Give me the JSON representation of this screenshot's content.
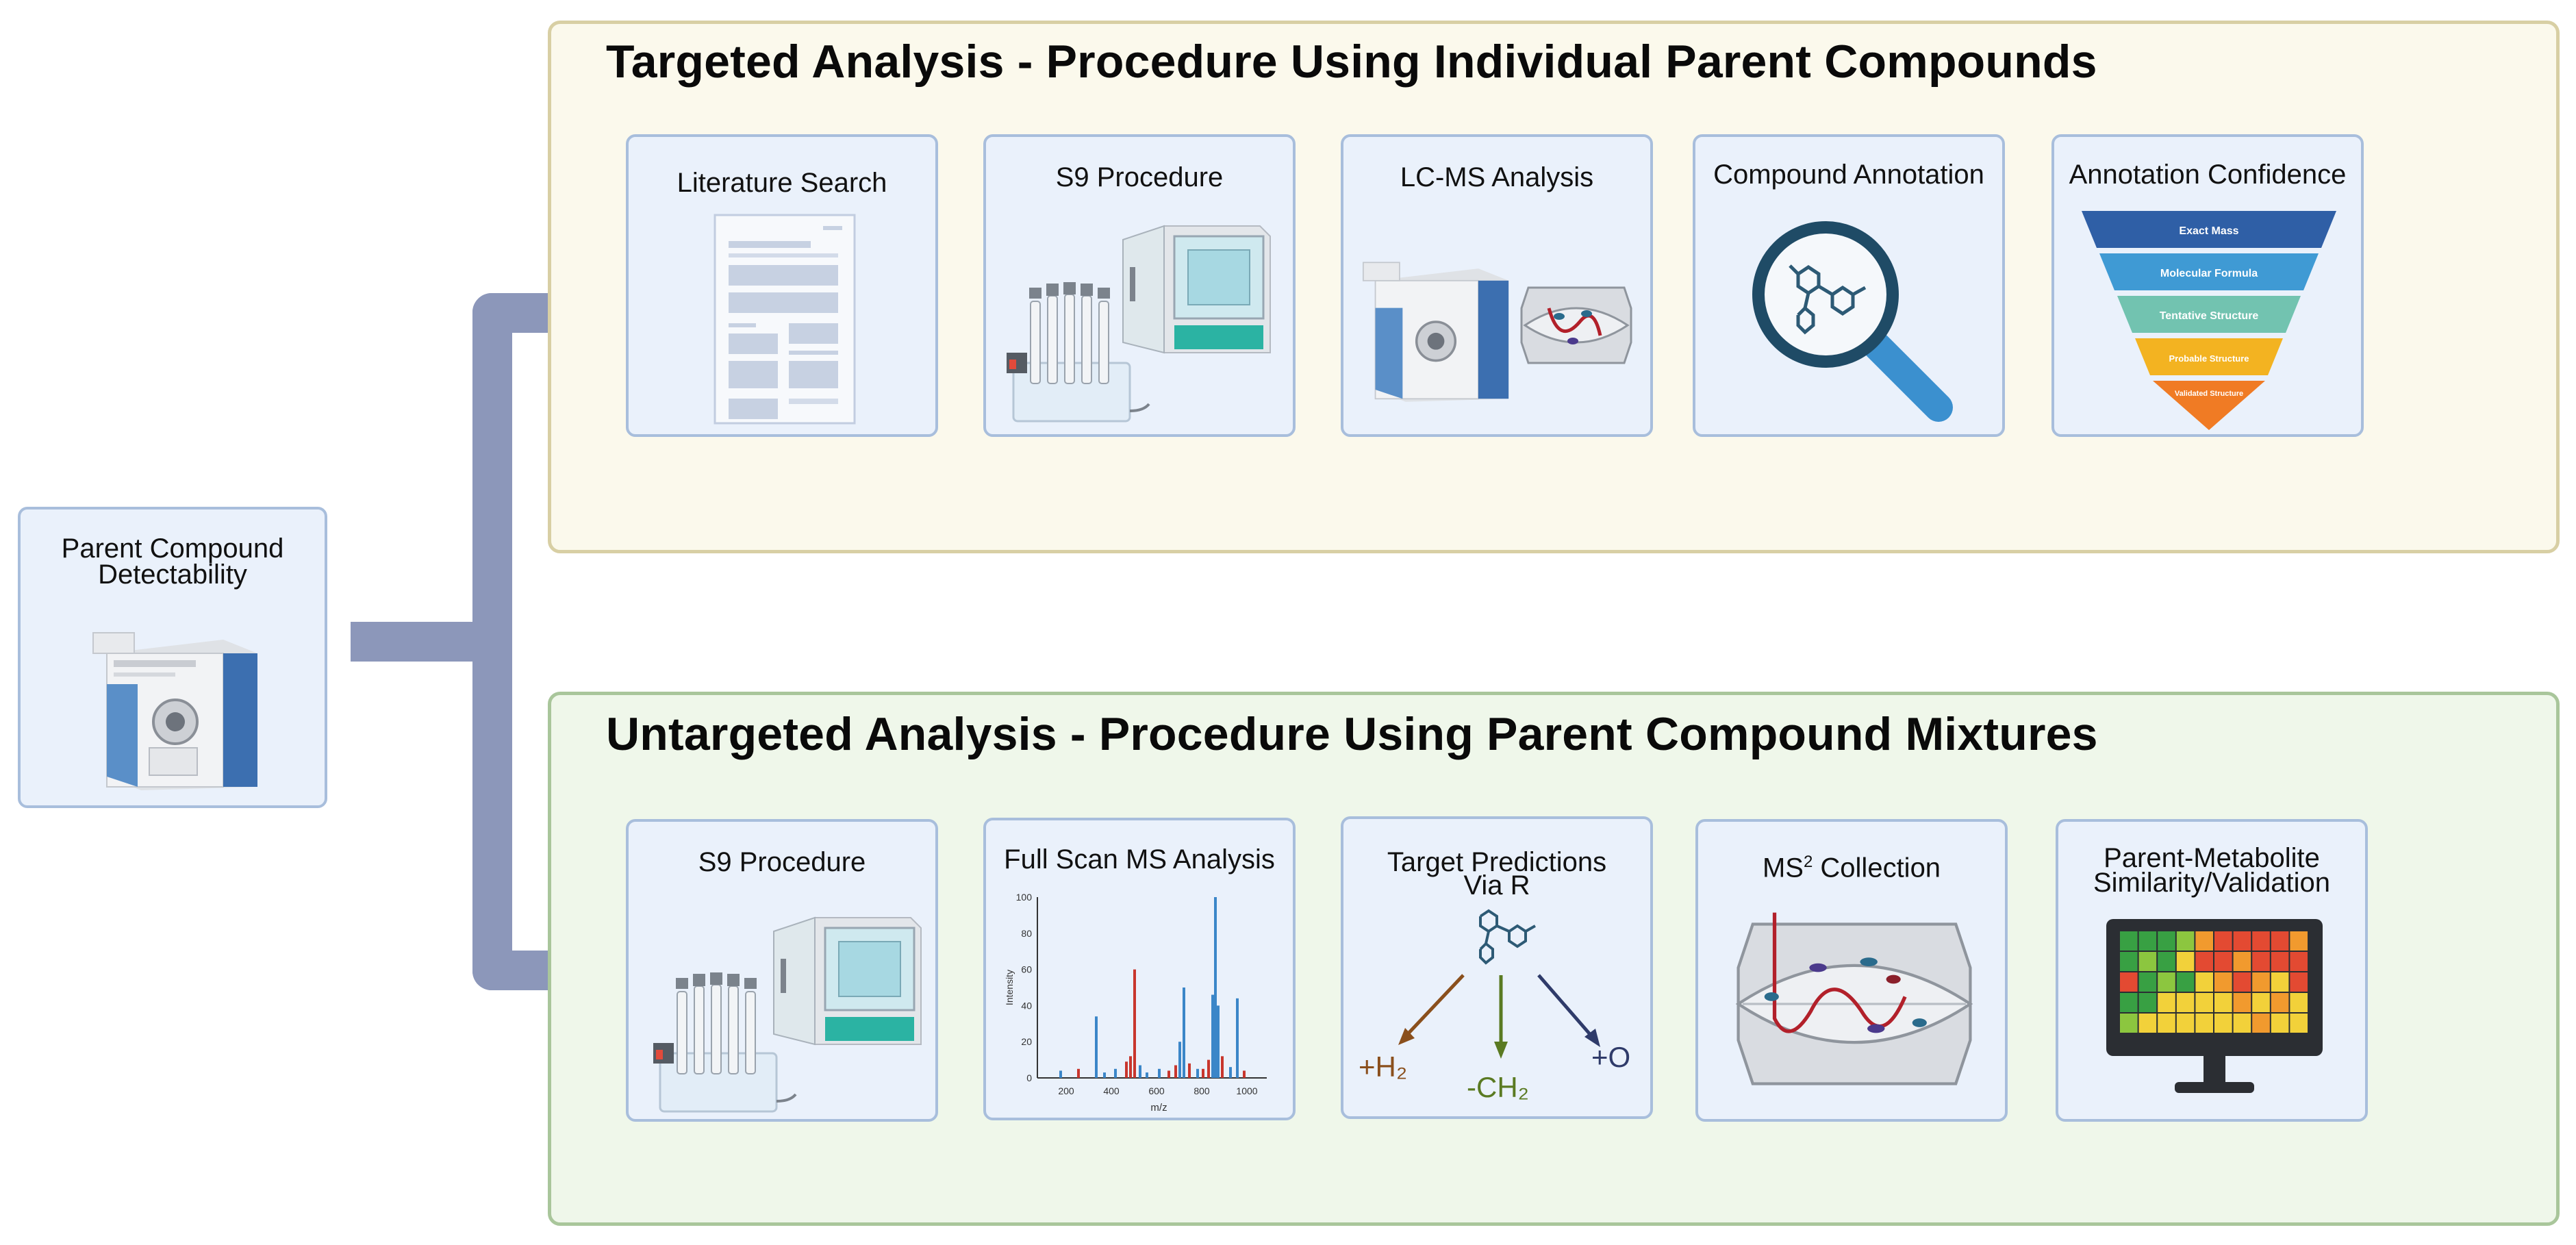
{
  "left_card": {
    "title_line1": "Parent Compound",
    "title_line2": "Detectability"
  },
  "top_panel": {
    "title": "Targeted Analysis - Procedure Using Individual Parent Compounds",
    "steps": [
      {
        "title": "Literature Search"
      },
      {
        "title": "S9 Procedure"
      },
      {
        "title": "LC-MS Analysis"
      },
      {
        "title": "Compound Annotation"
      },
      {
        "title": "Annotation Confidence"
      }
    ],
    "pyramid_levels": [
      "Exact Mass",
      "Molecular Formula",
      "Tentative Structure",
      "Probable Structure",
      "Validated Structure"
    ]
  },
  "bottom_panel": {
    "title": "Untargeted Analysis - Procedure Using Parent Compound Mixtures",
    "steps": [
      {
        "title": "S9 Procedure"
      },
      {
        "title": "Full Scan MS Analysis"
      },
      {
        "title_line1": "Target Predictions",
        "title_line2": "Via R"
      },
      {
        "title": "MS",
        "superscript": "2",
        "title_suffix": " Collection"
      },
      {
        "title_line1": "Parent-Metabolite",
        "title_line2": "Similarity/Validation"
      }
    ],
    "predictions": [
      "+H₂",
      "-CH₂",
      "+O"
    ],
    "spectrum": {
      "ylabel": "Intensity",
      "xlabel": "m/z",
      "yticks": [
        "100",
        "80",
        "60",
        "40",
        "20",
        "0"
      ],
      "xticks": [
        "200",
        "400",
        "600",
        "800",
        "1000"
      ]
    }
  },
  "colors": {
    "arrow": "#8c97ba",
    "top_panel_bg": "#fbf9ec",
    "bottom_panel_bg": "#eff7ea",
    "card_bg": "#eaf1fb",
    "pyramid": [
      "#2f5fa6",
      "#3f9ad4",
      "#72c3b0",
      "#f3b321",
      "#f07b24"
    ]
  }
}
